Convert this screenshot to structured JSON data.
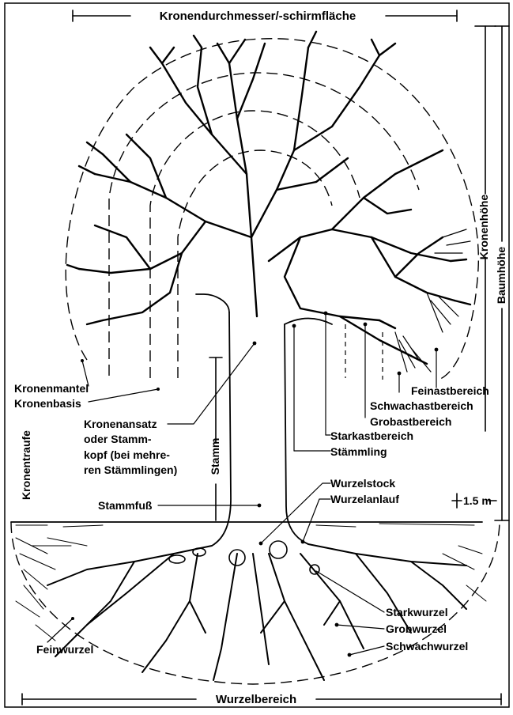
{
  "labels": {
    "crown_diameter": "Kronendurchmesser/-schirmfläche",
    "crown_height": "Kronenhöhe",
    "tree_height": "Baumhöhe",
    "crown_mantle": "Kronenmantel",
    "crown_base": "Kronenbasis",
    "crown_eaves": "Kronentraufe",
    "crown_attach": "Kronenansatz",
    "crown_attach_2": "oder Stamm-",
    "crown_attach_3": "kopf (bei mehre-",
    "crown_attach_4": "ren Stämmlingen)",
    "trunk": "Stamm",
    "trunk_foot": "Stammfuß",
    "fine_branch": "Feinastbereich",
    "weak_branch": "Schwachastbereich",
    "coarse_branch": "Grobastbereich",
    "strong_branch": "Starkastbereich",
    "stemlet": "Stämmling",
    "root_stock": "Wurzelstock",
    "root_flare": "Wurzelanlauf",
    "height_mark": "1.5 m",
    "strong_root": "Starkwurzel",
    "coarse_root": "Grobwurzel",
    "weak_root": "Schwachwurzel",
    "fine_root": "Feinwurzel",
    "root_zone": "Wurzelbereich"
  }
}
